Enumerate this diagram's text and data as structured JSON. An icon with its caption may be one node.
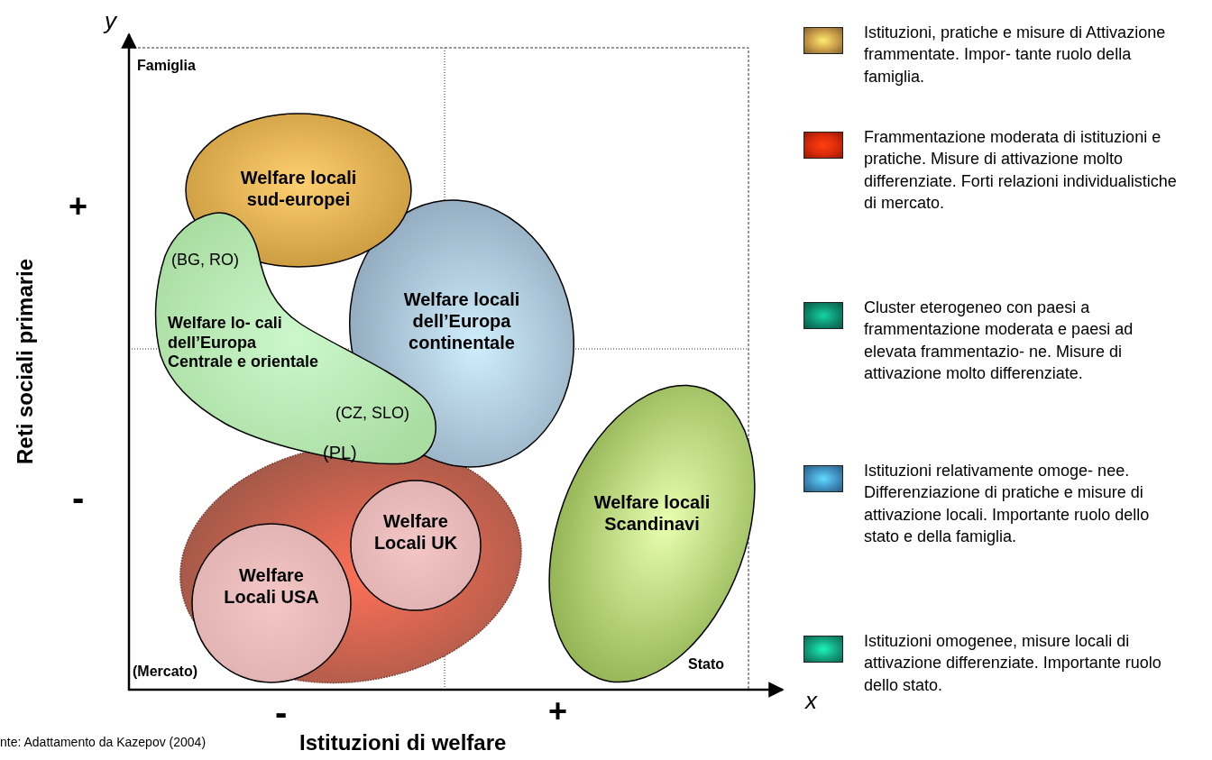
{
  "diagram": {
    "caption": "nte: Adattamento da Kazepov (2004)",
    "nodes": [
      {
        "text": [
          "Welfare locali sud-europei"
        ]
      },
      {
        "text": [
          "(BG, RO)",
          "Welfare lo- cali dell’Europa Centrale e orientale",
          "(CZ, SLO)",
          "(PL)"
        ]
      },
      {
        "text": [
          "Welfare locali dell’Europa continentale"
        ]
      },
      {
        "text": [],
        "shape": "ellipse"
      },
      {
        "text": [
          "Welfare Locali UK"
        ],
        "in": 3
      },
      {
        "text": [
          "Welfare Locali USA"
        ],
        "in": 3
      },
      {
        "text": [
          "Welfare locali Scandinavi"
        ]
      }
    ],
    "labels": [
      "y",
      "Famiglia",
      "+",
      "Reti sociali primarie",
      "-",
      "(Mercato)",
      "Stato",
      "-",
      "+",
      "x",
      "Istituzioni di welfare"
    ],
    "legend": [
      {
        "text": "Istituzioni, pratiche e misure di Attivazione frammentate. Impor- tante ruolo della famiglia.",
        "color": "#c89a48"
      },
      {
        "text": "Frammentazione moderata di istituzioni e pratiche. Misure di attivazione molto differenziate. Forti relazioni individualistiche di mercato.",
        "color": "#d82a0a"
      },
      {
        "text": "Cluster eterogeneo con paesi a frammentazione moderata e paesi ad elevata frammentazio- ne. Misure di attivazione molto differenziate.",
        "color": "#0e8a6c"
      },
      {
        "text": "Istituzioni relativamente omoge- nee. Differenziazione di pratiche e misure di attivazione locali. Importante ruolo dello stato e della famiglia.",
        "color": "#3f8fc0"
      },
      {
        "text": "Istituzioni omogenee, misure locali di attivazione differenziate. Importante ruolo dello stato.",
        "color": "#12a07c"
      }
    ]
  }
}
